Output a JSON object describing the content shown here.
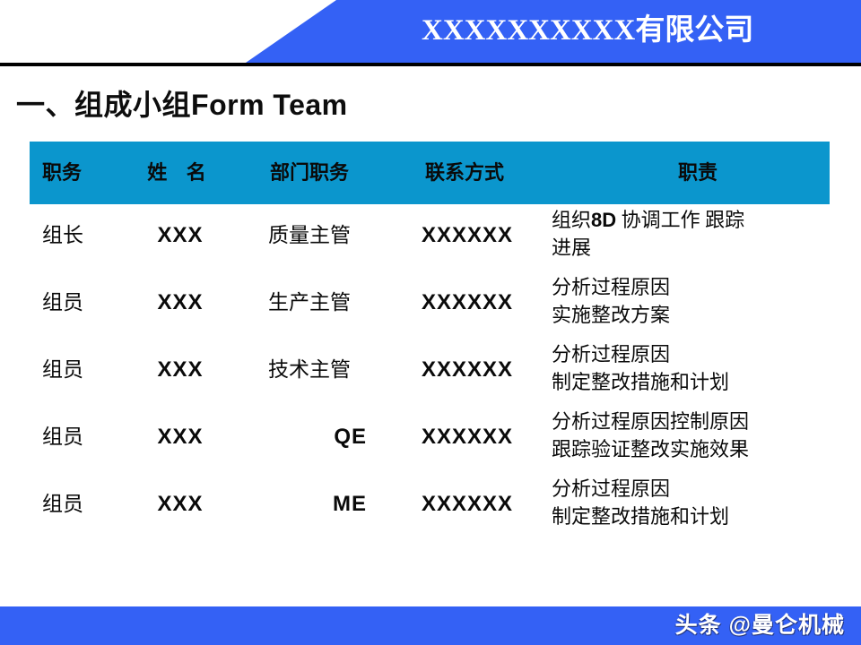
{
  "header": {
    "company": "XXXXXXXXXX有限公司",
    "banner_color": "#3461f5",
    "rule_color": "#000000"
  },
  "title": {
    "prefix": "一、组成小组",
    "latin": "Form Team",
    "full": "一、组成小组Form Team"
  },
  "table": {
    "header_bg": "#0b96cd",
    "columns": [
      {
        "key": "role",
        "label": "职务"
      },
      {
        "key": "name",
        "label": "姓  名"
      },
      {
        "key": "dept",
        "label": "部门职务"
      },
      {
        "key": "contact",
        "label": "联系方式"
      },
      {
        "key": "duty",
        "label": "职责"
      }
    ],
    "rows": [
      {
        "role": "组长",
        "name": "XXX",
        "dept": "质量主管",
        "dept_is_latin": false,
        "contact": "XXXXXX",
        "duty_line1_a": "组织",
        "duty_line1_b": "8D",
        "duty_line1_c": " 协调工作  跟踪",
        "duty_line2": "进展"
      },
      {
        "role": "组员",
        "name": "XXX",
        "dept": "生产主管",
        "dept_is_latin": false,
        "contact": "XXXXXX",
        "duty_line1": "分析过程原因",
        "duty_line2": "实施整改方案"
      },
      {
        "role": "组员",
        "name": "XXX",
        "dept": "技术主管",
        "dept_is_latin": false,
        "contact": "XXXXXX",
        "duty_line1": "分析过程原因",
        "duty_line2": "制定整改措施和计划"
      },
      {
        "role": "组员",
        "name": "XXX",
        "dept": "QE",
        "dept_is_latin": true,
        "contact": "XXXXXX",
        "duty_line1": "分析过程原因控制原因",
        "duty_line2": "跟踪验证整改实施效果"
      },
      {
        "role": "组员",
        "name": "XXX",
        "dept": "ME",
        "dept_is_latin": true,
        "contact": "XXXXXX",
        "duty_line1": "分析过程原因",
        "duty_line2": "制定整改措施和计划"
      }
    ]
  },
  "footer": {
    "watermark": "头条 @曼仑机械",
    "band_color": "#3461f5"
  }
}
